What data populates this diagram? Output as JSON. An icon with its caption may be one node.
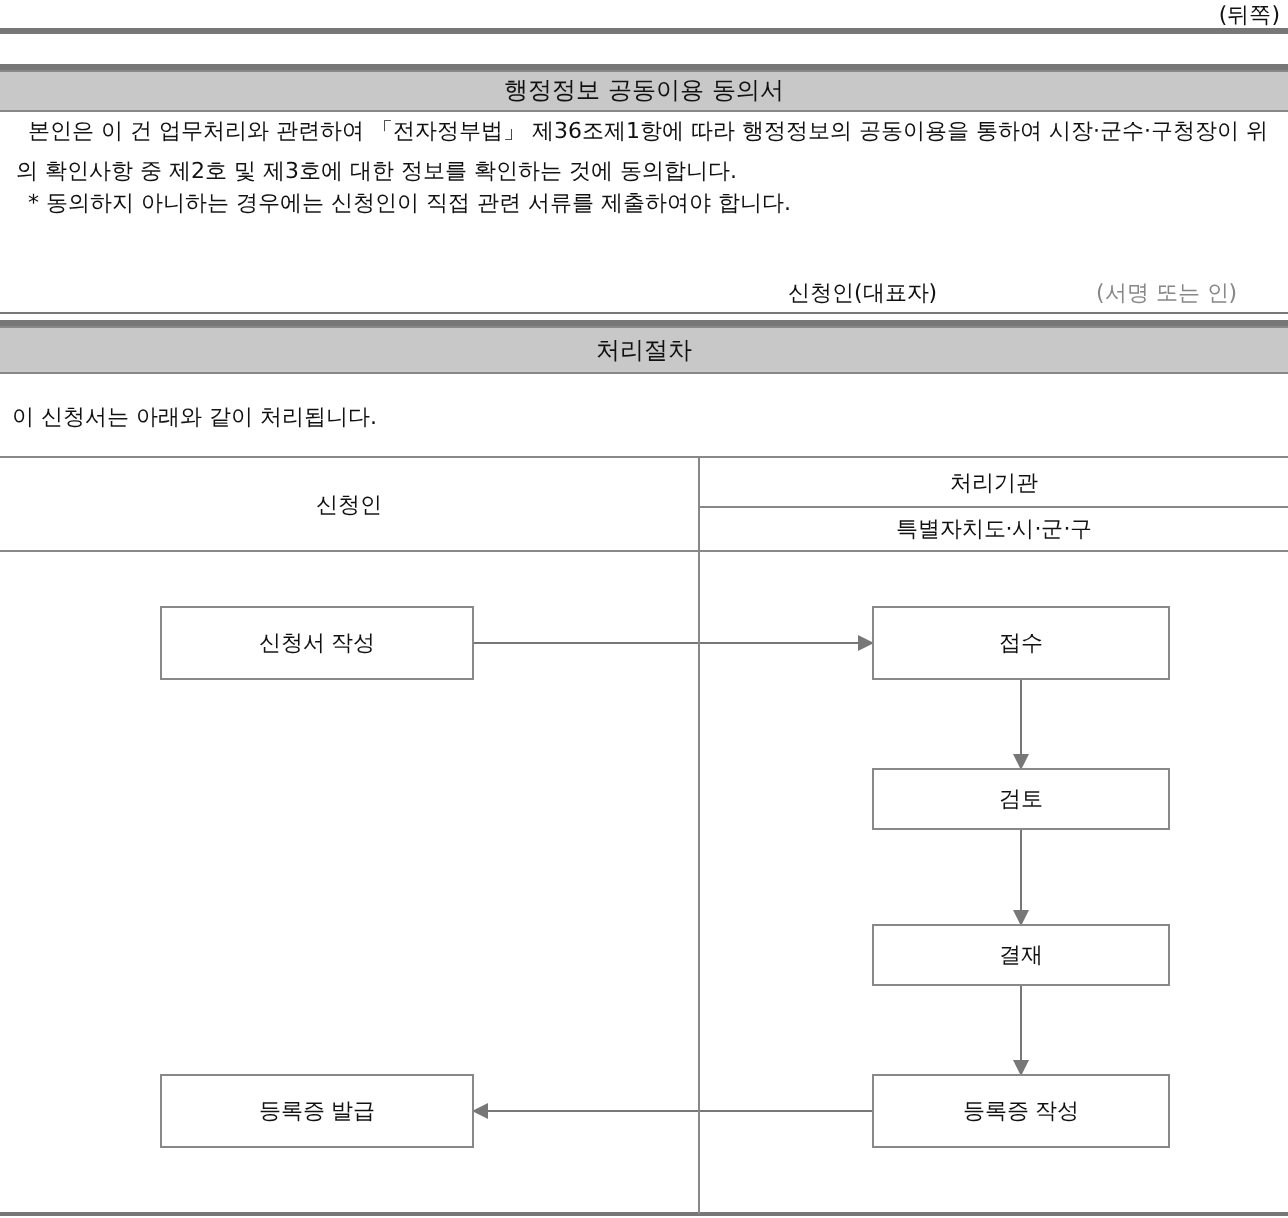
{
  "diagram": {
    "nodes": [
      {
        "text": [
          "신청서 작성"
        ]
      },
      {
        "text": [
          "접수"
        ]
      },
      {
        "text": [
          "검토"
        ]
      },
      {
        "text": [
          "결재"
        ]
      },
      {
        "text": [
          "등록증 발급"
        ]
      },
      {
        "text": [
          "등록증 작성"
        ]
      }
    ],
    "edges": [
      {
        "from": 0,
        "to": 1,
        "arrow": "to"
      },
      {
        "from": 1,
        "to": 2,
        "arrow": "to"
      },
      {
        "from": 2,
        "to": 3,
        "arrow": "to"
      },
      {
        "from": 3,
        "to": 5,
        "arrow": "to"
      },
      {
        "from": 5,
        "to": 4,
        "arrow": "to"
      }
    ],
    "labels": [
      "(뒤쪽)",
      "행정정보 공동이용 동의서",
      "본인은 이 건 업무처리와 관련하여 「전자정부법」 제36조제1항에 따라 행정정보의 공동이용을 통하여 시장·군수·구청장이 위의 확인사항 중 제2호 및 제3호에 대한 정보를 확인하는 것에 동의합니다.",
      "* 동의하지 아니하는 경우에는 신청인이 직접 관련 서류를 제출하여야 합니다.",
      "신청인(대표자)",
      "(서명 또는 인)",
      "처리절차",
      "이 신청서는 아래와 같이 처리됩니다.",
      "신청인",
      "처리기관",
      "특별자치도·시·군·구"
    ]
  }
}
